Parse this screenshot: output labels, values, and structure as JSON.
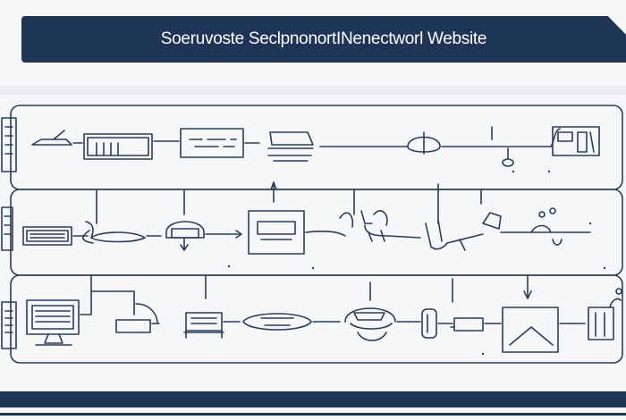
{
  "header": {
    "title": "Soeruvoste SeclpnonortINenectworl Website"
  },
  "colors": {
    "navy": "#1f3558",
    "line": "#2a3d5c",
    "background": "#f6f7f9"
  },
  "rows": [
    {
      "id": "row-1",
      "devices": [
        "router-icon",
        "rack-server-icon",
        "patch-panel-icon",
        "modem-icon",
        "switch-icon",
        "antenna-icon",
        "cabinet-icon"
      ]
    },
    {
      "id": "row-2",
      "devices": [
        "server-chassis-icon",
        "hub-icon",
        "cloud-gateway-icon",
        "monitor-panel-icon",
        "cable-bundle-icon",
        "access-point-icon",
        "sensor-node-icon"
      ]
    },
    {
      "id": "row-3",
      "devices": [
        "workstation-icon",
        "laptop-icon",
        "device-tray-icon",
        "capsule-device-icon",
        "satellite-dish-icon",
        "usb-drive-icon",
        "connector-icon",
        "triangle-display-icon",
        "tablet-icon"
      ]
    }
  ]
}
